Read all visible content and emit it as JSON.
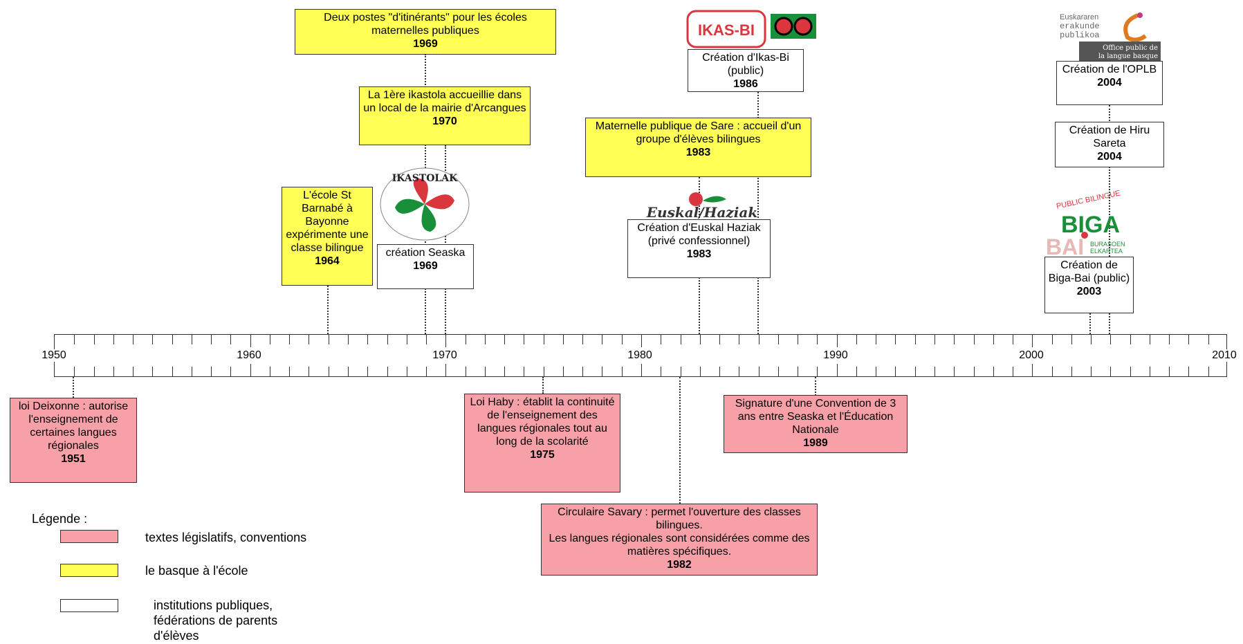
{
  "axis": {
    "labels": [
      "1950",
      "1960",
      "1970",
      "1980",
      "1990",
      "2000",
      "2010"
    ]
  },
  "events": {
    "deixonne": {
      "text": "loi Deixonne : autorise l'enseignement de certaines langues régionales",
      "year": "1951"
    },
    "haby": {
      "text": "Loi Haby : établit la continuité de l'enseignement des langues régionales tout au long de la scolarité",
      "year": "1975"
    },
    "savary": {
      "line1": "Circulaire Savary : permet l'ouverture des classes bilingues.",
      "line2": "Les langues régionales sont considérées comme des matières spécifiques.",
      "year": "1982"
    },
    "convention": {
      "text": "Signature d'une Convention de 3 ans entre Seaska et l'Éducation Nationale",
      "year": "1989"
    },
    "itinerants": {
      "text": "Deux postes \"d'itinérants\" pour les écoles maternelles publiques",
      "year": "1969"
    },
    "ikastola": {
      "text": "La 1ère ikastola accueillie dans un local de la mairie d'Arcangues",
      "year": "1970"
    },
    "barnabe": {
      "text": "L'école St Barnabé à Bayonne expérimente une classe bilingue",
      "year": "1964"
    },
    "seaska": {
      "text": "création Seaska",
      "year": "1969"
    },
    "sare": {
      "text": "Maternelle publique de Sare : accueil d'un groupe d'élèves bilingues",
      "year": "1983"
    },
    "ikasbi": {
      "text": "Création d'Ikas-Bi (public)",
      "year": "1986"
    },
    "euskal": {
      "text": "Création d'Euskal Haziak (privé confessionnel)",
      "year": "1983"
    },
    "oplb": {
      "text": "Création de l'OPLB",
      "year": "2004"
    },
    "hiru": {
      "text": "Création de Hiru Sareta",
      "year": "2004"
    },
    "bigabai": {
      "text": "Création de Biga-Bai (public)",
      "year": "2003"
    }
  },
  "logos": {
    "ikasbi": "IKAS-BI",
    "euskal": "Euskal/Haziak",
    "seaska": "IKASTOLAK",
    "oplb_1": "Euskararen",
    "oplb_2": "erakunde",
    "oplb_3": "publikoa",
    "oplb_4": "Office public de",
    "oplb_5": "la langue basque",
    "biga_arc": "PUBLIC BILINGUE",
    "biga_1": "BIGA",
    "biga_2": "BAI",
    "biga_3": "BURASOEN",
    "biga_4": "ELKARTEA"
  },
  "legend": {
    "title": "Légende :",
    "pink": "textes législatifs, conventions",
    "yellow": "le basque à l'école",
    "white_1": "institutions publiques,",
    "white_2": "fédérations de parents",
    "white_3": "d'élèves"
  },
  "colors": {
    "pink": "#f7a0a8",
    "yellow": "#ffff55",
    "white": "#ffffff"
  }
}
